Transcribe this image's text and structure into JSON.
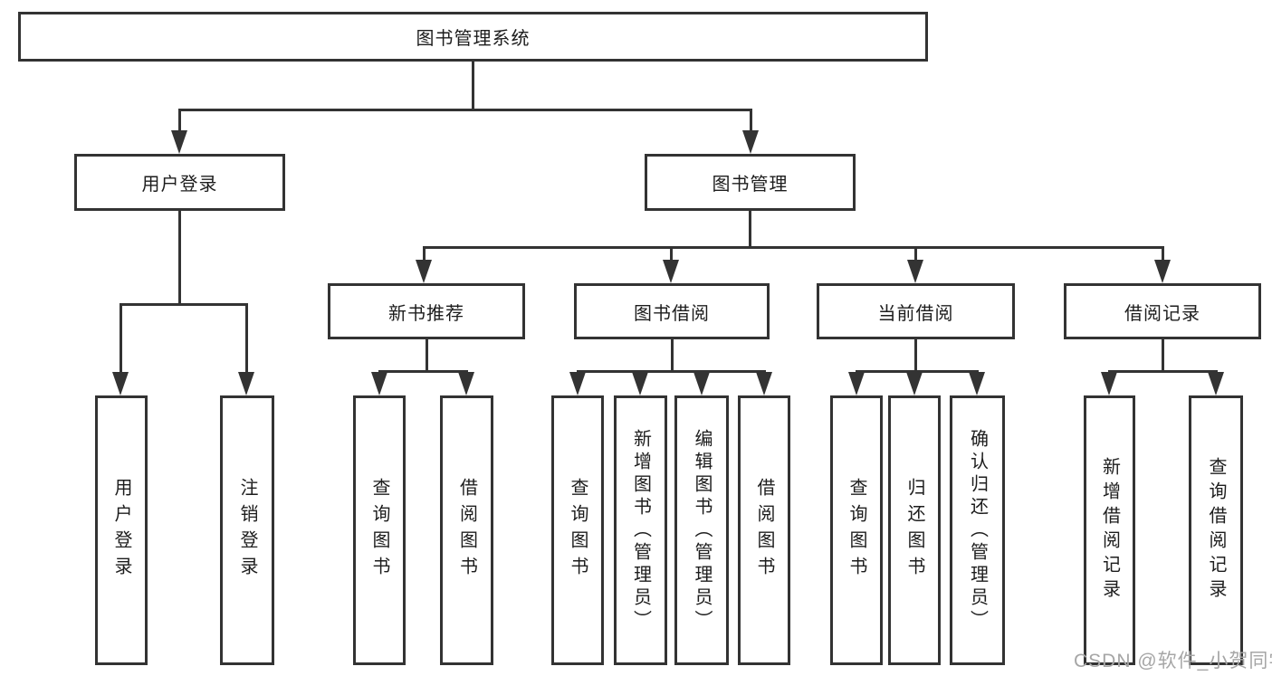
{
  "diagram": {
    "root": {
      "label": "图书管理系统"
    },
    "branches": [
      {
        "label": "用户登录",
        "children": [
          {
            "label": "用户登录"
          },
          {
            "label": "注销登录"
          }
        ]
      },
      {
        "label": "图书管理",
        "children": [
          {
            "label": "新书推荐",
            "children": [
              {
                "label": "查询图书"
              },
              {
                "label": "借阅图书"
              }
            ]
          },
          {
            "label": "图书借阅",
            "children": [
              {
                "label": "查询图书"
              },
              {
                "label": "新增图书（管理员）"
              },
              {
                "label": "编辑图书（管理员）"
              },
              {
                "label": "借阅图书"
              }
            ]
          },
          {
            "label": "当前借阅",
            "children": [
              {
                "label": "查询图书"
              },
              {
                "label": "归还图书"
              },
              {
                "label": "确认归还（管理员）"
              }
            ]
          },
          {
            "label": "借阅记录",
            "children": [
              {
                "label": "新增借阅记录"
              },
              {
                "label": "查询借阅记录"
              }
            ]
          }
        ]
      }
    ]
  },
  "watermark": {
    "text": "CSDN @软件_小贺同学",
    "color": "#a6a6a6"
  },
  "colors": {
    "line": "#333333",
    "border": "#333333",
    "text": "#1d1d1d",
    "background": "#ffffff"
  }
}
